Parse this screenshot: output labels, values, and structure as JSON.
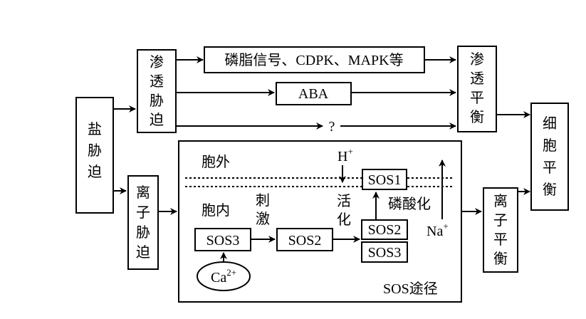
{
  "nodes": {
    "salt_stress": [
      "盐",
      "胁",
      "迫"
    ],
    "osmotic_stress": [
      "渗",
      "透",
      "胁",
      "迫"
    ],
    "ionic_stress": [
      "离",
      "子",
      "胁",
      "迫"
    ],
    "signals": "磷脂信号、CDPK、MAPK等",
    "aba": "ABA",
    "unknown": "?",
    "osmotic_balance": [
      "渗",
      "透",
      "平",
      "衡"
    ],
    "ion_balance": [
      "离",
      "子",
      "平",
      "衡"
    ],
    "cell_balance": [
      "细",
      "胞",
      "平",
      "衡"
    ]
  },
  "sos": {
    "outside": "胞外",
    "inside": "胞内",
    "h_ion": "H",
    "h_charge": "+",
    "sos1": "SOS1",
    "sos2": "SOS2",
    "sos3": "SOS3",
    "sos2_b": "SOS2",
    "sos3_b": "SOS3",
    "stimulate": [
      "刺",
      "激"
    ],
    "activate": [
      "活",
      "化"
    ],
    "phosphorylate": "磷酸化",
    "na_ion": "Na",
    "na_charge": "+",
    "ca_ion": "Ca",
    "ca_charge": "2+",
    "pathway_label": "SOS途径"
  },
  "colors": {
    "line": "#000000",
    "background": "#ffffff"
  }
}
